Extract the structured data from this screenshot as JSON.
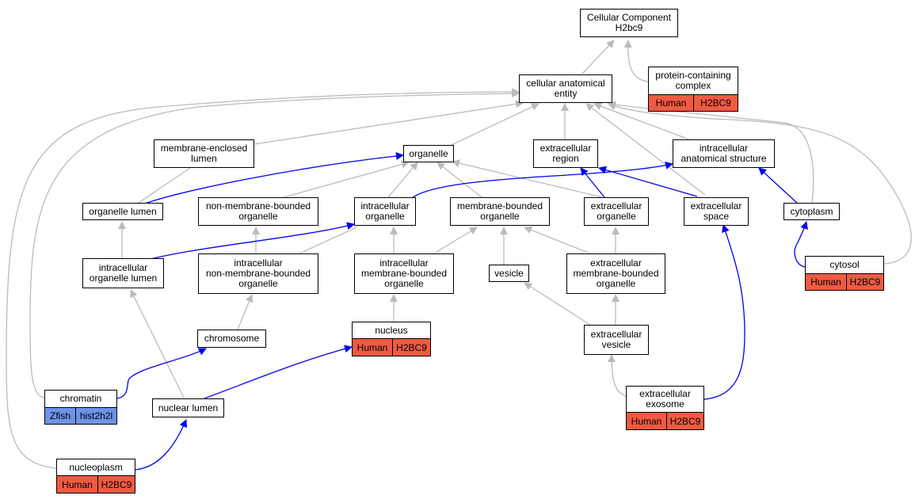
{
  "colors": {
    "gray_edge": "#bbbbbb",
    "blue_edge": "#0000ee",
    "human": "#f05a42",
    "zfish": "#6d93e8"
  },
  "nodes": {
    "root": "Cellular Component\nH2bc9",
    "cae": "cellular anatomical\nentity",
    "pcc": "protein-containing\ncomplex",
    "mel": "membrane-enclosed\nlumen",
    "organelle": "organelle",
    "ecr": "extracellular\nregion",
    "ias": "intracellular\nanatomical structure",
    "ol": "organelle lumen",
    "nmbo": "non-membrane-bounded\norganelle",
    "io": "intracellular\norganelle",
    "mbo": "membrane-bounded\norganelle",
    "eco": "extracellular\norganelle",
    "ecs": "extracellular\nspace",
    "cytoplasm": "cytoplasm",
    "iol": "intracellular\norganelle lumen",
    "inmbo": "intracellular\nnon-membrane-bounded\norganelle",
    "imbo": "intracellular\nmembrane-bounded\norganelle",
    "vesicle": "vesicle",
    "embo": "extracellular\nmembrane-bounded\norganelle",
    "cytosol": "cytosol",
    "nucleus": "nucleus",
    "chromosome": "chromosome",
    "ecv": "extracellular\nvesicle",
    "chromatin": "chromatin",
    "nl": "nuclear lumen",
    "exosome": "extracellular\nexosome",
    "nucleoplasm": "nucleoplasm"
  },
  "annotations": {
    "pcc": [
      "Human",
      "H2BC9"
    ],
    "cytosol": [
      "Human",
      "H2BC9"
    ],
    "nucleus": [
      "Human",
      "H2BC9"
    ],
    "chromatin": [
      "Zfish",
      "hist2h2l"
    ],
    "exosome": [
      "Human",
      "H2BC9"
    ],
    "nucleoplasm": [
      "Human",
      "H2BC9"
    ]
  }
}
